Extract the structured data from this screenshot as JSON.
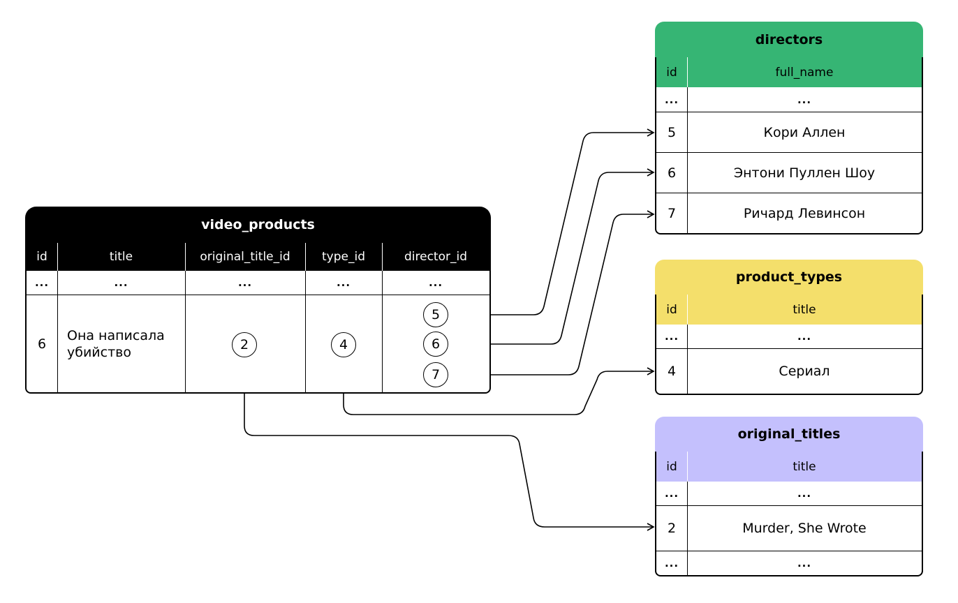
{
  "colors": {
    "video_products": "#000000",
    "directors": "#36b574",
    "product_types": "#f4df6b",
    "original_titles": "#c4c0fd"
  },
  "video_products": {
    "name": "video_products",
    "headers": [
      "id",
      "title",
      "original_title_id",
      "type_id",
      "director_id"
    ],
    "ellipsis": "...",
    "row": {
      "id": "6",
      "title": "Она написала убийство",
      "original_title_id": "2",
      "type_id": "4",
      "director_ids": [
        "5",
        "6",
        "7"
      ]
    }
  },
  "directors": {
    "name": "directors",
    "headers": [
      "id",
      "full_name"
    ],
    "rows": [
      {
        "id": "...",
        "value": "..."
      },
      {
        "id": "5",
        "value": "Кори Аллен"
      },
      {
        "id": "6",
        "value": "Энтони Пуллен Шоу"
      },
      {
        "id": "7",
        "value": "Ричард Левинсон"
      }
    ]
  },
  "product_types": {
    "name": "product_types",
    "headers": [
      "id",
      "title"
    ],
    "rows": [
      {
        "id": "...",
        "value": "..."
      },
      {
        "id": "4",
        "value": "Сериал"
      }
    ]
  },
  "original_titles": {
    "name": "original_titles",
    "headers": [
      "id",
      "title"
    ],
    "rows": [
      {
        "id": "...",
        "value": "..."
      },
      {
        "id": "2",
        "value": "Murder, She Wrote"
      },
      {
        "id": "...",
        "value": "..."
      }
    ]
  }
}
